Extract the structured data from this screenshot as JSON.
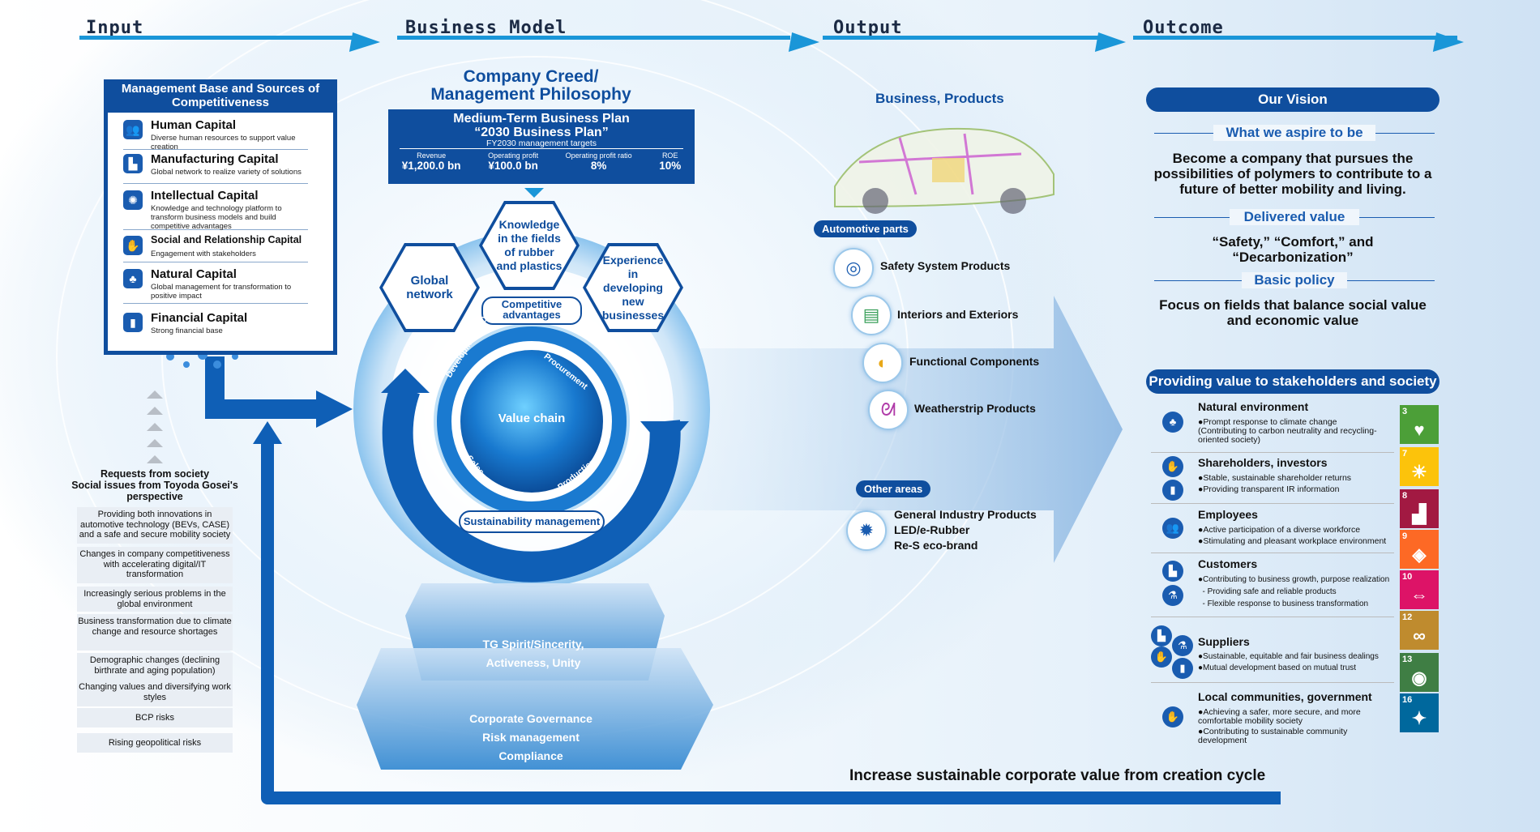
{
  "headers": {
    "input": "Input",
    "business_model": "Business Model",
    "output": "Output",
    "outcome": "Outcome"
  },
  "input": {
    "title": "Management Base and Sources of Competitiveness",
    "capitals": [
      {
        "name": "Human Capital",
        "desc": "Diverse human resources to support value creation",
        "icon": "people-icon"
      },
      {
        "name": "Manufacturing Capital",
        "desc": "Global network to realize variety of solutions",
        "icon": "factory-icon"
      },
      {
        "name": "Intellectual Capital",
        "desc": "Knowledge and technology platform to transform business models and build competitive advantages",
        "icon": "lightbulb-icon"
      },
      {
        "name": "Social and Relationship Capital",
        "desc": "Engagement with stakeholders",
        "icon": "handshake-icon"
      },
      {
        "name": "Natural Capital",
        "desc": "Global management for transformation to positive impact",
        "icon": "nature-icon"
      },
      {
        "name": "Financial Capital",
        "desc": "Strong financial base",
        "icon": "chart-icon"
      }
    ],
    "requests_title": "Requests from society\nSocial issues from Toyoda Gosei's perspective",
    "requests": [
      "Providing both innovations in automotive technology (BEVs, CASE) and a safe and secure mobility society",
      "Changes in company competitiveness with accelerating digital/IT transformation",
      "Increasingly serious problems in the global environment",
      "Business transformation due to climate change and resource shortages",
      "Demographic changes (declining birthrate and aging population)",
      "Changing values and diversifying work styles",
      "BCP risks",
      "Rising geopolitical risks"
    ]
  },
  "business_model": {
    "creed": "Company Creed/\nManagement Philosophy",
    "plan_title": "Medium-Term Business Plan\n“2030 Business Plan”",
    "plan_sub": "FY2030 management targets",
    "targets": [
      {
        "label": "Revenue",
        "value": "¥1,200.0 bn"
      },
      {
        "label": "Operating profit",
        "value": "¥100.0 bn"
      },
      {
        "label": "Operating profit ratio",
        "value": "8%"
      },
      {
        "label": "ROE",
        "value": "10%"
      }
    ],
    "hex_knowledge": "Knowledge in the fields of rubber and plastics",
    "hex_global": "Global network",
    "hex_experience": "Experience in developing new businesses",
    "competitive": "Competitive advantages",
    "value_chain": "Value chain",
    "chain_steps": [
      "Development & Design",
      "Procurement",
      "Production",
      "Sales"
    ],
    "sustainability": "Sustainability management",
    "pedestal_top": "TG Spirit/Sincerity,\nActiveness, Unity",
    "pedestal_bottom": "Corporate Governance\nRisk management\nCompliance"
  },
  "output": {
    "title": "Business, Products",
    "automotive_tag": "Automotive parts",
    "automotive": [
      {
        "label": "Safety System Products",
        "icon": "steering-wheel-icon"
      },
      {
        "label": "Interiors and Exteriors",
        "icon": "grille-icon"
      },
      {
        "label": "Functional Components",
        "icon": "component-icon"
      },
      {
        "label": "Weatherstrip Products",
        "icon": "weatherstrip-icon"
      }
    ],
    "other_tag": "Other areas",
    "other": "General Industry Products\nLED/e-Rubber\nRe-S eco-brand"
  },
  "outcome": {
    "vision_title": "Our Vision",
    "aspire_title": "What we aspire to be",
    "aspire_text": "Become a company that pursues the possibilities of polymers to contribute to a future of better mobility and living.",
    "delivered_title": "Delivered value",
    "delivered_text": "“Safety,” “Comfort,” and “Decarbonization”",
    "policy_title": "Basic policy",
    "policy_text": "Focus on fields that balance social value and economic value",
    "providing_title": "Providing value to stakeholders and society",
    "stakeholders": [
      {
        "name": "Natural environment",
        "bullets": [
          "●Prompt response to climate change (Contributing to carbon neutrality and recycling-oriented society)"
        ]
      },
      {
        "name": "Shareholders, investors",
        "bullets": [
          "●Stable, sustainable shareholder returns",
          "●Providing transparent IR information"
        ]
      },
      {
        "name": "Employees",
        "bullets": [
          "●Active participation of a diverse workforce",
          "●Stimulating and pleasant workplace environment"
        ]
      },
      {
        "name": "Customers",
        "bullets": [
          "●Contributing to business growth, purpose realization",
          "  - Providing safe and reliable products",
          "  - Flexible response to business transformation"
        ]
      },
      {
        "name": "Suppliers",
        "bullets": [
          "●Sustainable, equitable and fair business dealings",
          "●Mutual development based on mutual trust"
        ]
      },
      {
        "name": "Local communities, government",
        "bullets": [
          "●Achieving a safer, more secure, and more comfortable mobility society",
          "●Contributing to sustainable community development"
        ]
      }
    ],
    "sdgs": [
      {
        "num": "3",
        "color": "#4c9f38",
        "glyph": "♥"
      },
      {
        "num": "7",
        "color": "#fcc30b",
        "glyph": "☀"
      },
      {
        "num": "8",
        "color": "#a21942",
        "glyph": "▟"
      },
      {
        "num": "9",
        "color": "#fd6925",
        "glyph": "◈"
      },
      {
        "num": "10",
        "color": "#dd1367",
        "glyph": "⇔"
      },
      {
        "num": "12",
        "color": "#bf8b2e",
        "glyph": "∞"
      },
      {
        "num": "13",
        "color": "#3f7e44",
        "glyph": "◉"
      },
      {
        "num": "16",
        "color": "#00689d",
        "glyph": "✦"
      }
    ],
    "footer": "Increase sustainable corporate value from creation cycle"
  }
}
